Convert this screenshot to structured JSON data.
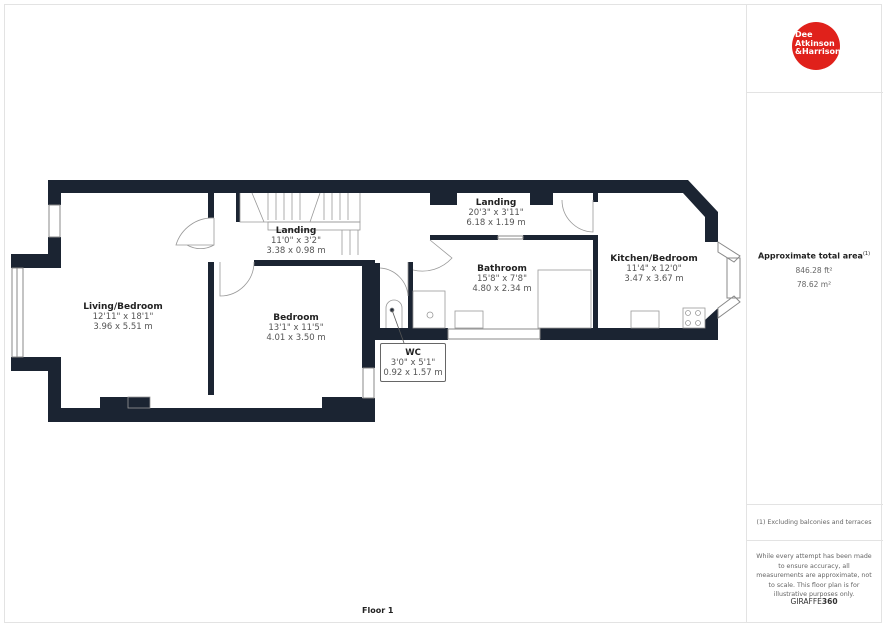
{
  "logo": {
    "lines": [
      "Dee",
      "Atkinson",
      "&Harrison"
    ],
    "color": "#e0211b"
  },
  "area": {
    "title": "Approximate total area",
    "superscript": "(1)",
    "sqft": "846.28 ft²",
    "sqm": "78.62 m²"
  },
  "footnote": "(1) Excluding balconies and terraces",
  "disclaimer": "While every attempt has been made to ensure accuracy, all measurements are approximate, not to scale. This floor plan is for illustrative purposes only.",
  "brand": {
    "part1": "GIRAFFE",
    "part2": "360"
  },
  "floor_label": "Floor 1",
  "wall_color": "#1b2432",
  "rooms": [
    {
      "name": "Living/Bedroom",
      "imperial": "12'11\" x 18'1\"",
      "metric": "3.96 x 5.51 m"
    },
    {
      "name": "Landing",
      "imperial": "11'0\" x 3'2\"",
      "metric": "3.38 x 0.98 m"
    },
    {
      "name": "Bedroom",
      "imperial": "13'1\" x 11'5\"",
      "metric": "4.01 x 3.50 m"
    },
    {
      "name": "Landing",
      "imperial": "20'3\" x 3'11\"",
      "metric": "6.18 x 1.19 m"
    },
    {
      "name": "Bathroom",
      "imperial": "15'8\" x 7'8\"",
      "metric": "4.80 x 2.34 m"
    },
    {
      "name": "Kitchen/Bedroom",
      "imperial": "11'4\" x 12'0\"",
      "metric": "3.47 x 3.67 m"
    },
    {
      "name": "WC",
      "imperial": "3'0\" x 5'1\"",
      "metric": "0.92 x 1.57 m"
    }
  ]
}
